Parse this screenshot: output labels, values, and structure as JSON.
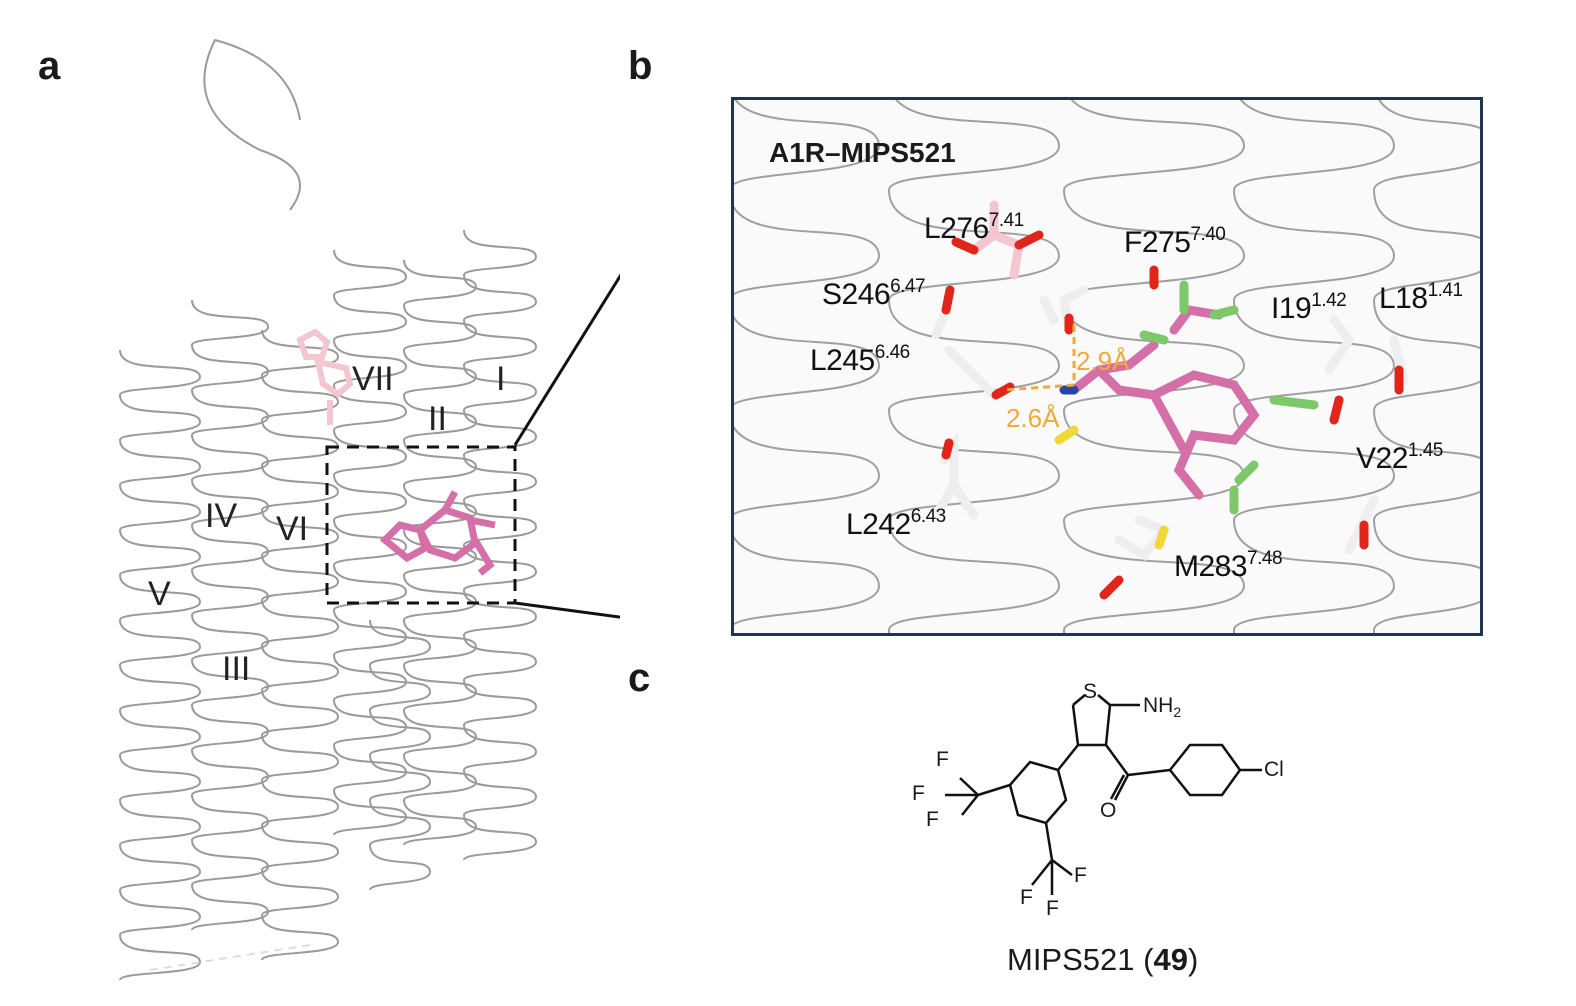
{
  "panels": {
    "a": "a",
    "b": "b",
    "c": "c"
  },
  "panel_a": {
    "helix_labels": [
      "VII",
      "I",
      "II",
      "IV",
      "VI",
      "V",
      "III"
    ]
  },
  "panel_b": {
    "title": "A1R–MIPS521",
    "residues": [
      {
        "name": "L276",
        "bw": "7.41"
      },
      {
        "name": "F275",
        "bw": "7.40"
      },
      {
        "name": "S246",
        "bw": "6.47"
      },
      {
        "name": "L245",
        "bw": "6.46"
      },
      {
        "name": "I19",
        "bw": "1.42"
      },
      {
        "name": "L18",
        "bw": "1.41"
      },
      {
        "name": "V22",
        "bw": "1.45"
      },
      {
        "name": "L242",
        "bw": "6.43"
      },
      {
        "name": "M283",
        "bw": "7.48"
      }
    ],
    "distances": [
      "2.9Å",
      "2.6Å"
    ]
  },
  "panel_c": {
    "atoms": {
      "S": "S",
      "NH2": "NH",
      "NH2_sub": "2",
      "Cl": "Cl",
      "O": "O",
      "F": "F"
    },
    "caption_name": "MIPS521 (",
    "caption_number": "49",
    "caption_close": ")"
  },
  "colors": {
    "ligand": "#d46fa8",
    "ligand_light": "#f4c6cf",
    "oxygen": "#e0261b",
    "nitrogen": "#2646a6",
    "sulfur": "#f0d83a",
    "fluorine": "#7cc86a",
    "hbond": "#f2a93b",
    "frame": "#1f3550"
  }
}
